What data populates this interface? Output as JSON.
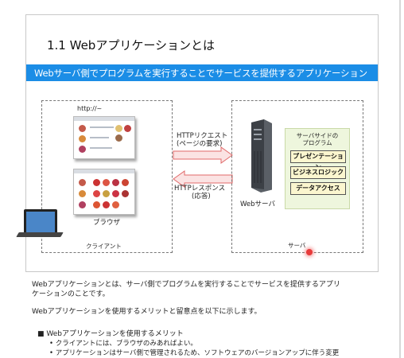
{
  "slide": {
    "title": "1.1 Webアプリケーションとは",
    "banner": "Webサーバ側でプログラムを実行することでサービスを提供するアプリケーション",
    "url": "http://~",
    "browser_label": "ブラウザ",
    "client_label": "クライアント",
    "request_line1": "HTTPリクエスト",
    "request_line2": "(ページの要求)",
    "response_line1": "HTTPレスポンス",
    "response_line2": "(応答)",
    "server_machine_label": "Webサーバ",
    "server_label": "サーバ",
    "program_title_line1": "サーバサイドの",
    "program_title_line2": "プログラム",
    "program_items": [
      "プレゼンテーション",
      "ビジネスロジック",
      "データアクセス"
    ]
  },
  "body": {
    "para1_line1": "Webアプリケーションとは、サーバ側でプログラムを実行することでサービスを提供するアプリ",
    "para1_line2": "ケーションのことです。",
    "para2": "Webアプリケーションを使用するメリットと留意点を以下に示します。",
    "bullet_head": "■ Webアプリケーションを使用するメリット",
    "sub_items": [
      "• クライアントには、ブラウザのみあればよい。",
      "• アプリケーションはサーバ側で管理されるため、ソフトウェアのバージョンアップに伴う変更"
    ]
  },
  "colors": {
    "banner": "#1b8de6",
    "arrow_fill": "#fbe3e3",
    "arrow_stroke": "#e06a6a",
    "panel": "#eef6dd"
  }
}
